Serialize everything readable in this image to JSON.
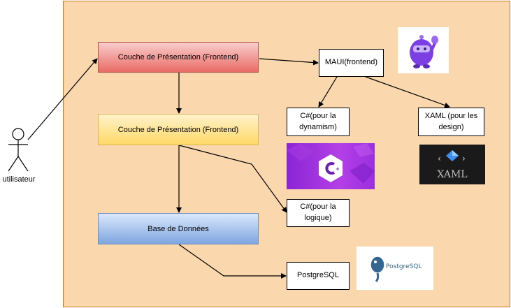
{
  "actor": {
    "label": "utilisateur"
  },
  "layers": {
    "presentation_top": "Couche de Présentation (Frontend)",
    "presentation_mid": "Couche de Présentation (Frontend)",
    "database": "Base de Données"
  },
  "tech": {
    "maui": "MAUI(frontend)",
    "csharp_dynamism": "C#(pour la dynamism)",
    "xaml_design": "XAML (pour les design)",
    "csharp_logic": "C#(pour la logique)",
    "postgresql": "PostgreSQL"
  },
  "logos": {
    "xaml_text": "XAML",
    "postgres_text": "PostgreSQL"
  },
  "colors": {
    "container_fill": "#fad7ac",
    "container_border": "#c9781f",
    "presentation_top_fill": "#ea6b66",
    "presentation_mid_fill": "#ffd966",
    "database_fill": "#7ea6e0"
  }
}
